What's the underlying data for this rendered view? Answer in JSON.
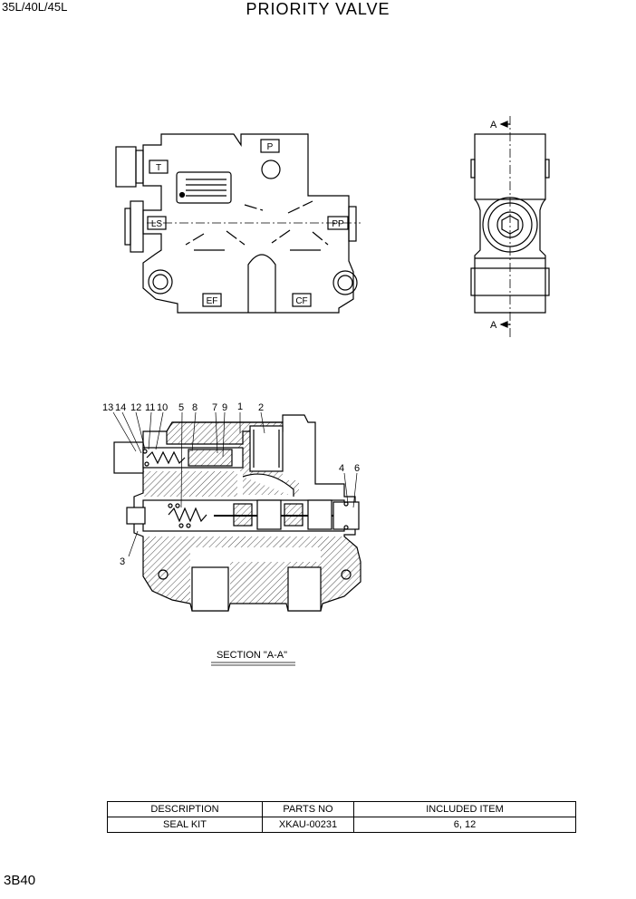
{
  "header": {
    "model": "35L/40L/45L",
    "title": "PRIORITY VALVE"
  },
  "top_view": {
    "ports": {
      "p": "P",
      "t": "T",
      "ls": "LS",
      "pp": "PP",
      "ef": "EF",
      "cf": "CF"
    }
  },
  "side_view": {
    "section_mark_top": "A",
    "section_mark_bottom": "A"
  },
  "section_view": {
    "callouts": {
      "c13": "13",
      "c14": "14",
      "c12": "12",
      "c11": "11",
      "c10": "10",
      "c5": "5",
      "c8": "8",
      "c7": "7",
      "c9": "9",
      "c1": "1",
      "c2": "2",
      "c4": "4",
      "c6": "6",
      "c3": "3"
    },
    "caption": "SECTION \"A-A\""
  },
  "parts_table": {
    "headers": [
      "DESCRIPTION",
      "PARTS NO",
      "INCLUDED ITEM"
    ],
    "rows": [
      [
        "SEAL KIT",
        "XKAU-00231",
        "6, 12"
      ]
    ]
  },
  "footer": {
    "page_code": "3B40"
  }
}
